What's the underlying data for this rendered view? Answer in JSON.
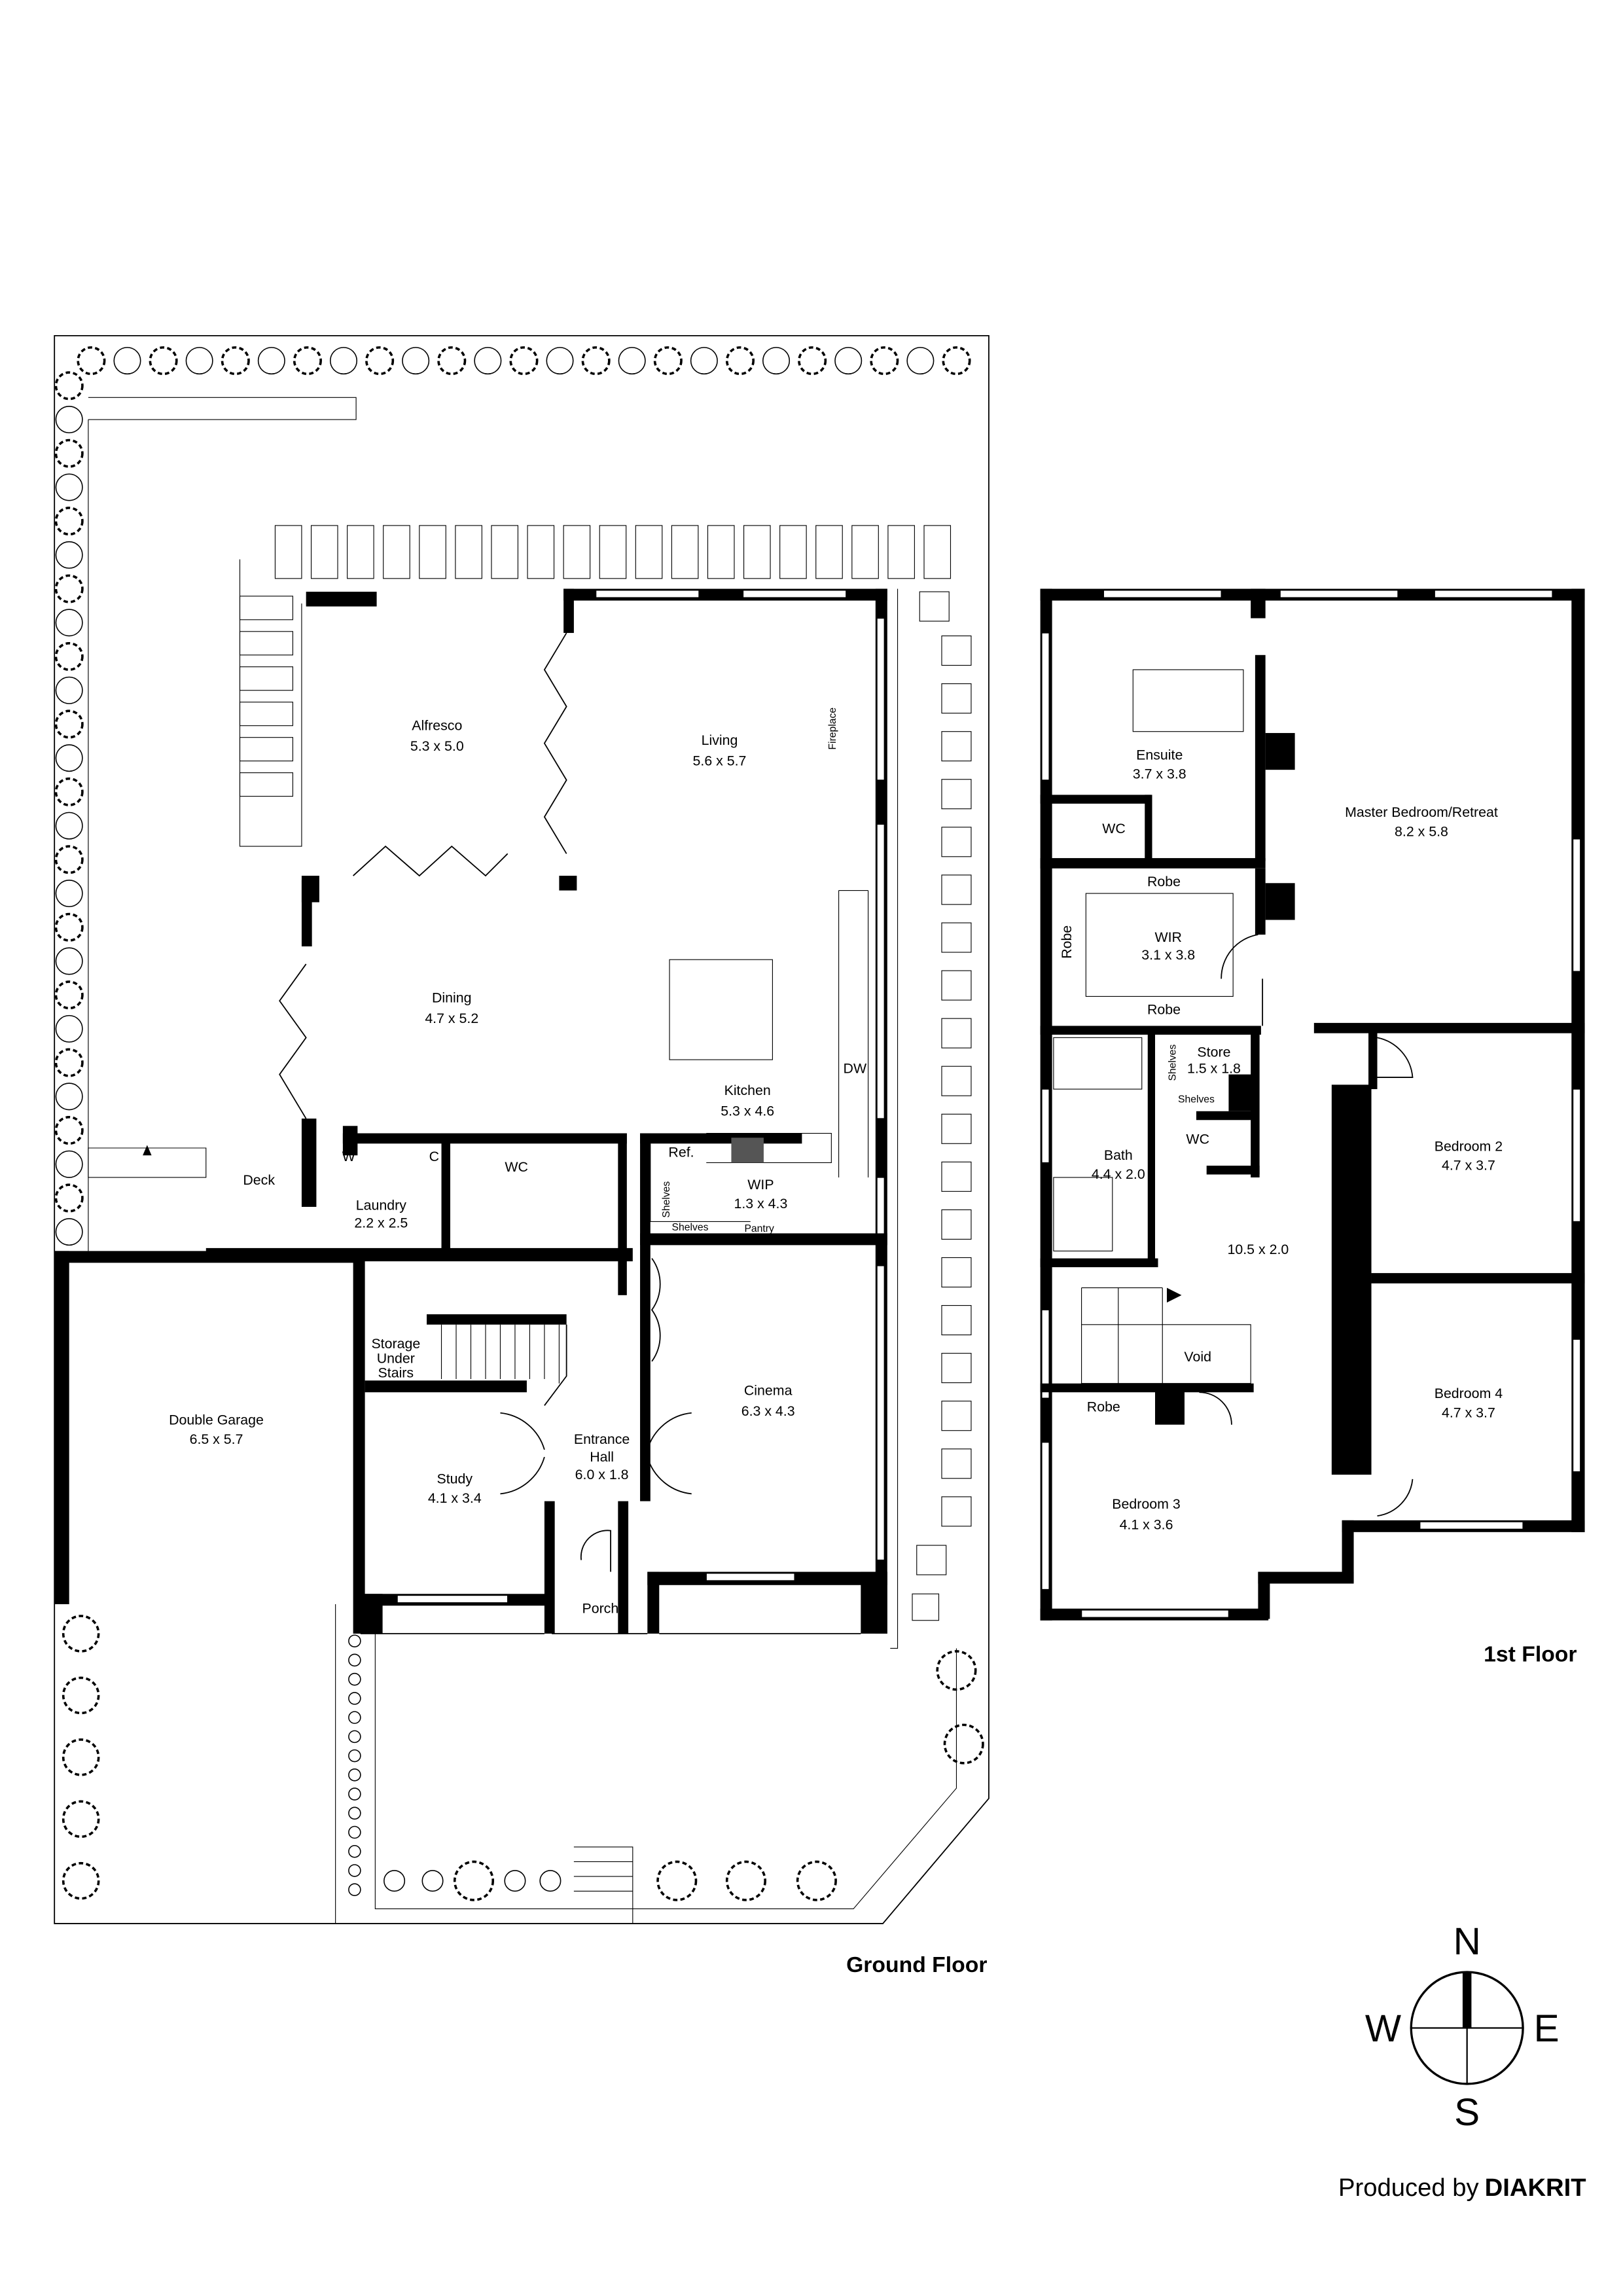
{
  "ground_floor": {
    "caption": "Ground Floor",
    "rooms": {
      "alfresco": {
        "name": "Alfresco",
        "dims": "5.3 x 5.0"
      },
      "living": {
        "name": "Living",
        "dims": "5.6 x 5.7"
      },
      "fireplace": {
        "name": "Fireplace"
      },
      "dining": {
        "name": "Dining",
        "dims": "4.7 x 5.2"
      },
      "kitchen": {
        "name": "Kitchen",
        "dims": "5.3 x 4.6"
      },
      "ref": {
        "name": "Ref."
      },
      "dw": {
        "name": "DW"
      },
      "wip": {
        "name": "WIP",
        "dims": "1.3 x 4.3"
      },
      "wip_shelves_v": {
        "name": "Shelves"
      },
      "wip_shelves_h": {
        "name": "Shelves"
      },
      "pantry": {
        "name": "Pantry"
      },
      "washer": {
        "name": "W"
      },
      "cupboard": {
        "name": "C"
      },
      "wc": {
        "name": "WC"
      },
      "laundry": {
        "name": "Laundry",
        "dims": "2.2 x 2.5"
      },
      "deck": {
        "name": "Deck"
      },
      "garage": {
        "name": "Double Garage",
        "dims": "6.5 x 5.7"
      },
      "storage": {
        "line1": "Storage",
        "line2": "Under",
        "line3": "Stairs"
      },
      "entrance": {
        "line1": "Entrance",
        "line2": "Hall",
        "dims": "6.0 x 1.8"
      },
      "study": {
        "name": "Study",
        "dims": "4.1 x 3.4"
      },
      "cinema": {
        "name": "Cinema",
        "dims": "6.3 x 4.3"
      },
      "porch": {
        "name": "Porch"
      }
    }
  },
  "first_floor": {
    "caption": "1st Floor",
    "rooms": {
      "ensuite": {
        "name": "Ensuite",
        "dims": "3.7 x 3.8"
      },
      "ensuite_wc": {
        "name": "WC"
      },
      "master": {
        "name": "Master Bedroom/Retreat",
        "dims": "8.2 x 5.8"
      },
      "wir_robe_top": {
        "name": "Robe"
      },
      "wir": {
        "name": "WIR",
        "dims": "3.1 x 3.8"
      },
      "wir_robe_left": {
        "name": "Robe"
      },
      "wir_robe_bottom": {
        "name": "Robe"
      },
      "store": {
        "name": "Store",
        "dims": "1.5 x 1.8"
      },
      "store_shelves_v": {
        "name": "Shelves"
      },
      "store_shelves_h": {
        "name": "Shelves"
      },
      "wc": {
        "name": "WC"
      },
      "bath": {
        "name": "Bath",
        "dims": "4.4 x 2.0"
      },
      "hall": {
        "dims": "10.5 x 2.0"
      },
      "bedroom2": {
        "name": "Bedroom 2",
        "dims": "4.7 x 3.7"
      },
      "robe1": {
        "name": "Robe"
      },
      "robe2": {
        "name": "Robe"
      },
      "robe3": {
        "name": "Robe"
      },
      "robe4": {
        "name": "Robe"
      },
      "void": {
        "name": "Void"
      },
      "bed3_robe": {
        "name": "Robe"
      },
      "bedroom3": {
        "name": "Bedroom 3",
        "dims": "4.1 x 3.6"
      },
      "bedroom4": {
        "name": "Bedroom 4",
        "dims": "4.7 x 3.7"
      }
    }
  },
  "compass": {
    "n": "N",
    "e": "E",
    "s": "S",
    "w": "W"
  },
  "credit": {
    "prefix": "Produced by",
    "brand": "DIAKRIT"
  }
}
